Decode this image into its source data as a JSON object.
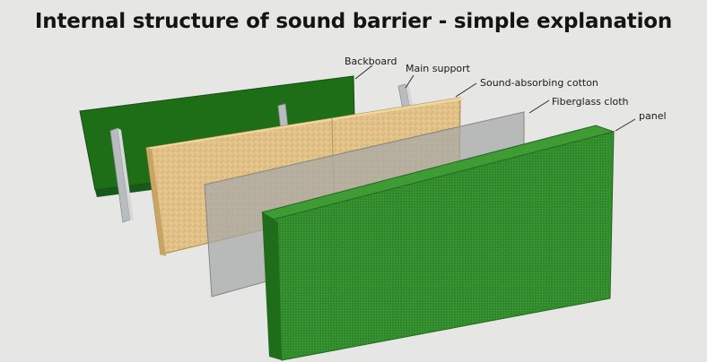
{
  "title": "Internal structure of sound barrier - simple explanation",
  "labels": {
    "backboard": "Backboard",
    "main_support": "Main support",
    "cotton": "Sound-absorbing cotton",
    "fiberglass": "Fiberglass cloth",
    "panel": "panel"
  },
  "colors": {
    "backboard": "#1e6e17",
    "support": "#b8bcbf",
    "cotton": "#e3c389",
    "fiberglass": "#aeb0b0",
    "panel": "#2f8a2a",
    "background": "#e6e6e4"
  }
}
